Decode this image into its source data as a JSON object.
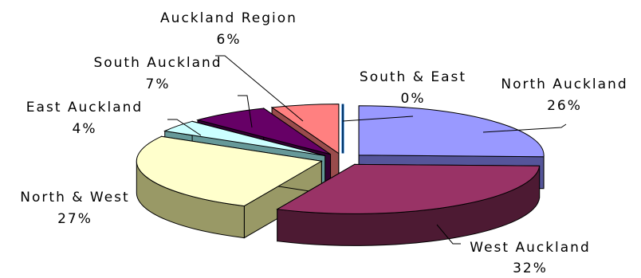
{
  "chart_data": {
    "type": "pie",
    "style": "3d-exploded",
    "title": "",
    "legend": "none",
    "slices": [
      {
        "name": "North Auckland",
        "value": 26,
        "label": "26%",
        "color": "#9999ff",
        "side": "#55559a"
      },
      {
        "name": "West Auckland",
        "value": 32,
        "label": "32%",
        "color": "#993366",
        "side": "#4d1a33"
      },
      {
        "name": "North & West",
        "value": 27,
        "label": "27%",
        "color": "#ffffcc",
        "side": "#999966"
      },
      {
        "name": "East Auckland",
        "value": 4,
        "label": "4%",
        "color": "#ccffff",
        "side": "#669999"
      },
      {
        "name": "South Auckland",
        "value": 7,
        "label": "7%",
        "color": "#660066",
        "side": "#330033"
      },
      {
        "name": "Auckland Region",
        "value": 6,
        "label": "6%",
        "color": "#ff8080",
        "side": "#994c4c"
      },
      {
        "name": "South & East",
        "value": 0,
        "label": "0%",
        "color": "#0066cc",
        "side": "#003366"
      }
    ]
  }
}
